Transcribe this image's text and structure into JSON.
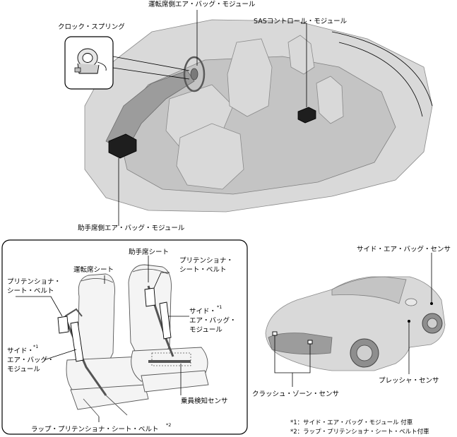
{
  "labels": {
    "driver_airbag": "運転席側エア・バッグ・モジュール",
    "clock_spring": "クロック・スプリング",
    "sas_control": "SASコントロール・モジュール",
    "passenger_airbag": "助手席側エア・バッグ・モジュール",
    "passenger_seat": "助手席シート",
    "driver_seat": "運転席シート",
    "pretensioner_right_1": "プリテンショナ・",
    "pretensioner_right_2": "シート・ベルト",
    "pretensioner_left_1": "プリテンショナ・",
    "pretensioner_left_2": "シート・ベルト",
    "side_airbag_right_1": "サイド・",
    "side_airbag_right_2": "エア・バッグ・",
    "side_airbag_right_3": "モジュール",
    "side_airbag_left_1": "サイド・",
    "side_airbag_left_2": "エア・バッグ・",
    "side_airbag_left_3": "モジュール",
    "occupant_sensor": "乗員検知センサ",
    "lap_pretensioner": "ラップ・プリテンショナ・シート・ベルト",
    "side_airbag_sensor": "サイド・エア・バッグ・センサ",
    "pressure_sensor": "プレッシャ・センサ",
    "crash_zone_sensor": "クラッシュ・ゾーン・センサ",
    "sup_1": "*1",
    "sup_2": "*2"
  },
  "footnotes": {
    "note1": "*1：サイド・エア・バッグ・モジュール 付車",
    "note2": "*2：ラップ・プリテンショナ・シート・ベルト付車"
  }
}
